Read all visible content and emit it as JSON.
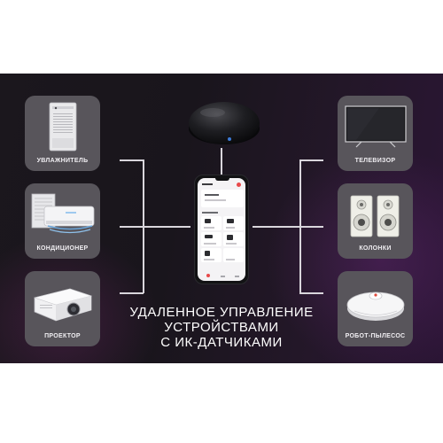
{
  "headline": {
    "line1": "УДАЛЕННОЕ УПРАВЛЕНИЕ",
    "line2": "УСТРОЙСТВАМИ",
    "line3": "С ИК-ДАТЧИКАМИ"
  },
  "devices_left": [
    {
      "label": "УВЛАЖНИТЕЛЬ",
      "icon": "air-purifier-icon"
    },
    {
      "label": "КОНДИЦИОНЕР",
      "icon": "air-conditioner-icon"
    },
    {
      "label": "ПРОЕКТОР",
      "icon": "projector-icon"
    }
  ],
  "devices_right": [
    {
      "label": "ТЕЛЕВИЗОР",
      "icon": "tv-icon"
    },
    {
      "label": "КОЛОНКИ",
      "icon": "speakers-icon"
    },
    {
      "label": "РОБОТ-ПЫЛЕСОС",
      "icon": "robot-vacuum-icon"
    }
  ],
  "center": {
    "hub_icon": "ir-hub-icon",
    "phone_icon": "smartphone-icon"
  },
  "colors": {
    "background_dark": "#1b171d",
    "card": "#58555b",
    "accent_glow": "#7a2a8a",
    "line": "#d9d6dc"
  }
}
